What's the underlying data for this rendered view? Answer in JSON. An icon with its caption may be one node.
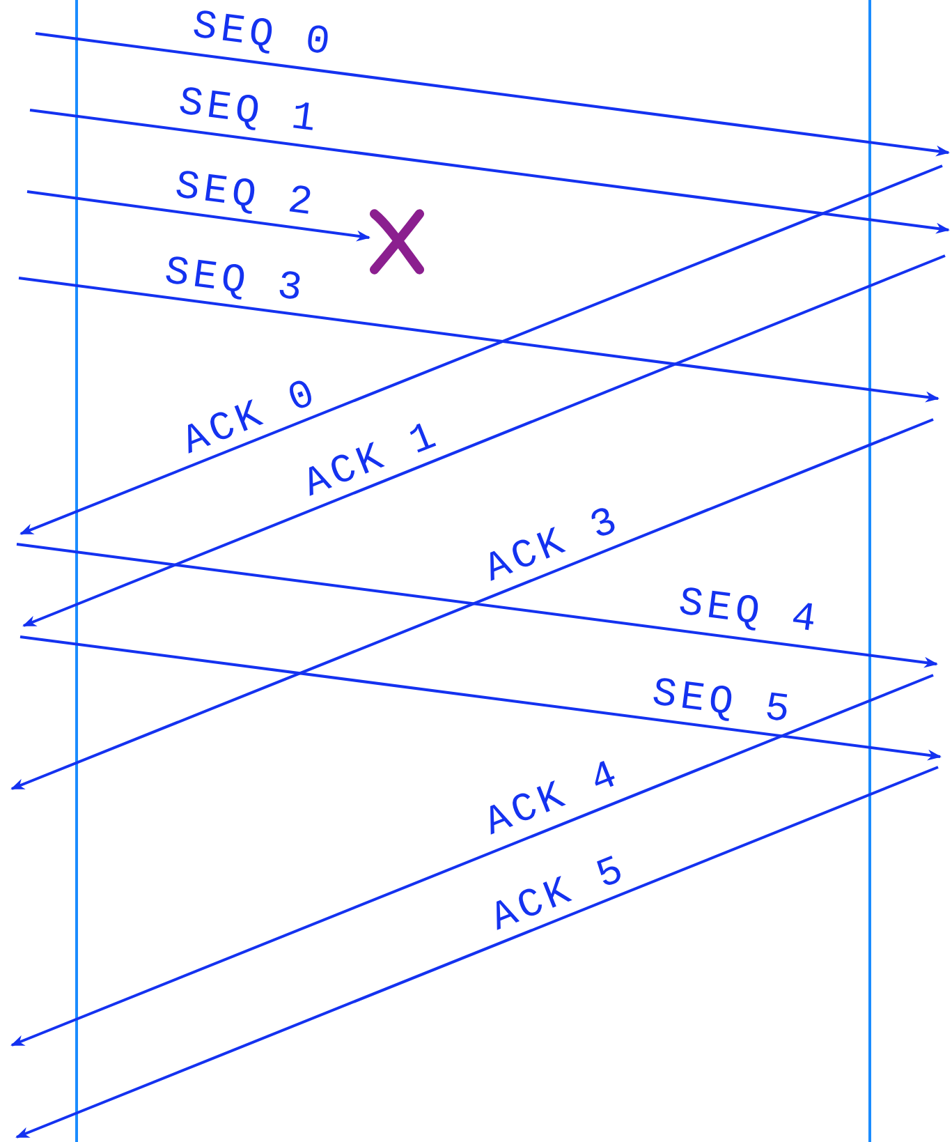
{
  "diagram": {
    "nodes": [
      {
        "text": [],
        "shape": "bar"
      },
      {
        "text": [],
        "shape": "bar"
      },
      {
        "text": [],
        "shape": "cross"
      }
    ],
    "edges": [
      {
        "from": 0,
        "to": 1,
        "arrow": "to",
        "label": "SEQ 0"
      },
      {
        "from": 0,
        "to": 1,
        "arrow": "to",
        "label": "SEQ 1"
      },
      {
        "from": 0,
        "to": 2,
        "arrow": "to",
        "label": "SEQ 2"
      },
      {
        "from": 0,
        "to": 1,
        "arrow": "to",
        "label": "SEQ 3"
      },
      {
        "from": 1,
        "to": 0,
        "arrow": "to",
        "label": "ACK 0"
      },
      {
        "from": 1,
        "to": 0,
        "arrow": "to",
        "label": "ACK 1"
      },
      {
        "from": 0,
        "to": 1,
        "arrow": "to",
        "label": "SEQ 4"
      },
      {
        "from": 1,
        "to": 0,
        "arrow": "to",
        "label": "ACK 3"
      },
      {
        "from": 0,
        "to": 1,
        "arrow": "to",
        "label": "SEQ 5"
      },
      {
        "from": 1,
        "to": 0,
        "arrow": "to",
        "label": "ACK 4"
      },
      {
        "from": 1,
        "to": 0,
        "arrow": "to",
        "label": "ACK 5"
      }
    ]
  }
}
